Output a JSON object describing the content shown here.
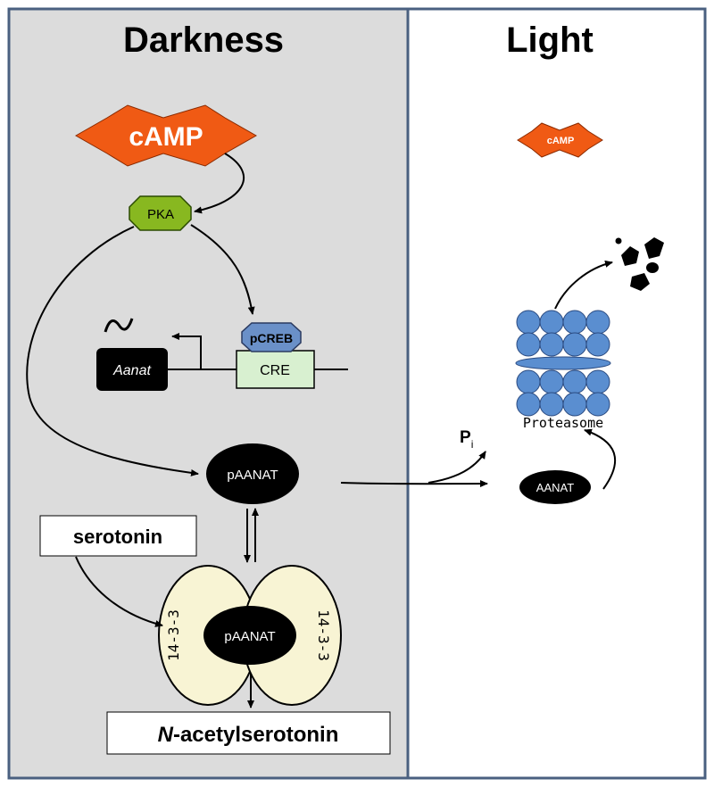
{
  "panels": {
    "left_title": "Darkness",
    "right_title": "Light"
  },
  "molecules": {
    "camp_dark": "cAMP",
    "camp_light": "cAMP",
    "pka": "PKA",
    "pcreb": "pCREB",
    "cre": "CRE",
    "aanat_gene": "Aanat",
    "paanat": "pAANAT",
    "paanat_complex": "pAANAT",
    "aanat": "AANAT",
    "protein_1433_left": "14-3-3",
    "protein_1433_right": "14-3-3",
    "proteasome": "Proteasome",
    "pi_main": "P",
    "pi_sub": "i"
  },
  "boxes": {
    "serotonin": "serotonin",
    "product_prefix": "N",
    "product_rest": "-acetylserotonin"
  },
  "colors": {
    "dark_panel": "#dcdcdc",
    "border": "#4a6080",
    "camp": "#f05a14",
    "pka": "#88b820",
    "pcreb": "#6a90c8",
    "cre": "#d8f0d0",
    "protein_1433": "#f8f4d4",
    "proteasome": "#5a8ed0"
  }
}
